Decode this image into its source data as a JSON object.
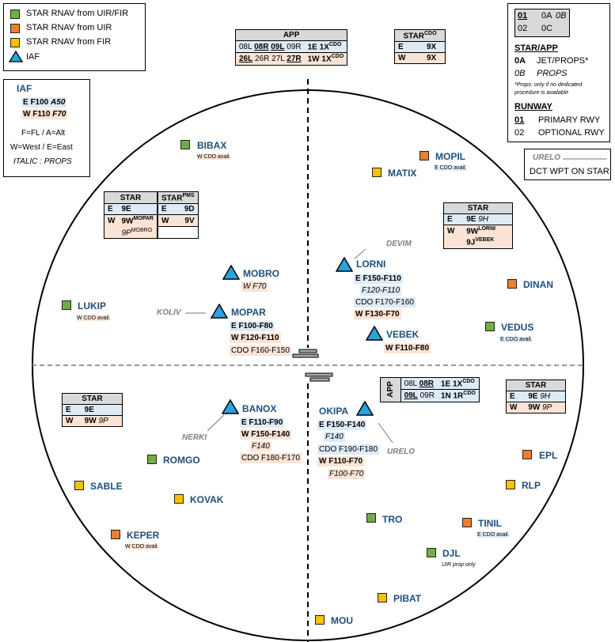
{
  "legend": {
    "items": [
      {
        "label": "STAR RNAV from UIR/FIR",
        "color": "#70ad47"
      },
      {
        "label": "STAR RNAV from UIR",
        "color": "#ed7d31"
      },
      {
        "label": "STAR RNAV from FIR",
        "color": "#ffc000"
      },
      {
        "label": "IAF",
        "color": "#29a3e0"
      }
    ]
  },
  "iaf_box": {
    "title": "IAF",
    "east": "E F100",
    "east_props": "A50",
    "west": "W F110",
    "west_props": "F70",
    "line1": "F=FL / A=Alt",
    "line2": "W=West / E=East",
    "line3": "ITALIC : PROPS"
  },
  "app_table": {
    "header": "APP",
    "row1": {
      "rwy_a": "08L",
      "rwy_b": "08R",
      "rwy_c": "09L",
      "rwy_d": "09R",
      "code": "1E 1X",
      "sup": "CDO"
    },
    "row2": {
      "rwy_a": "26L",
      "rwy_b": "26R",
      "rwy_c": "27L",
      "rwy_d": "27R",
      "code": "1W 1X",
      "sup": "CDO"
    }
  },
  "star_cdo_table": {
    "header": "STAR",
    "header_sup": "CDO",
    "row1": {
      "dir": "E",
      "code": "9X"
    },
    "row2": {
      "dir": "W",
      "code": "9X"
    }
  },
  "key_box": {
    "r1a": "01",
    "r1b": "0A",
    "r1c": "0B",
    "r2a": "02",
    "r2b": "0C",
    "star_app": "STAR/APP",
    "l0a": "0A",
    "l0a_txt": "JET/PROPS*",
    "l0b": "0B",
    "l0b_txt": "PROPS",
    "props_note1": "*Props: only if no dedicated",
    "props_note2": "procedure  is available",
    "runway": "RUNWAY",
    "rwy1": "01",
    "rwy1_txt": "PRIMARY RWY",
    "rwy2": "02",
    "rwy2_txt": "OPTIONAL RWY"
  },
  "dct_box": {
    "label": "URELO",
    "text": "DCT WPT ON STAR"
  },
  "star_west_table": {
    "h1": "STAR",
    "h2": "STAR",
    "h2_sup": "PMS",
    "r1": {
      "dir": "E",
      "code": "9E",
      "dir2": "E",
      "code2": "9D"
    },
    "r2": {
      "dir": "W",
      "code": "9W",
      "sup": "MOPAR",
      "dir2": "W",
      "code2": "9V"
    },
    "r3": {
      "code": "9P",
      "sup": "MOBRO"
    }
  },
  "star_ne_table": {
    "header": "STAR",
    "r1": {
      "dir": "E",
      "code": "9E",
      "props": "9H"
    },
    "r2": {
      "dir": "W",
      "code": "9W",
      "sup": "LORNI"
    },
    "r3": {
      "code": "9J",
      "sup": "VEBEK"
    }
  },
  "star_sw_table": {
    "header": "STAR",
    "r1": {
      "dir": "E",
      "code": "9E"
    },
    "r2": {
      "dir": "W",
      "code": "9W",
      "props": "9P"
    }
  },
  "app_se_table": {
    "side": "APP",
    "r1": {
      "a": "08L",
      "b": "08R",
      "code": "1E 1X",
      "sup": "CDO"
    },
    "r2": {
      "a": "09L",
      "b": "09R",
      "code": "1N 1R",
      "sup": "CDO"
    }
  },
  "star_se_table": {
    "header": "STAR",
    "r1": {
      "dir": "E",
      "code": "9E",
      "props": "9H"
    },
    "r2": {
      "dir": "W",
      "code": "9W",
      "props": "9P"
    }
  },
  "waypoints": {
    "bibax": "BIBAX",
    "bibax_note": "W CDO avail.",
    "mopil": "MOPIL",
    "mopil_note": "E CDO avail.",
    "matix": "MATIX",
    "devim": "DEVIM",
    "lorni": "LORNI",
    "lorni_e": "E F150-F110",
    "lorni_e2": "F120-F110",
    "lorni_cdo": "CDO F170-F160",
    "lorni_w": "W F130-F70",
    "mobro": "MOBRO",
    "mobro_w": "W F70",
    "koliv": "KOLIV",
    "mopar": "MOPAR",
    "mopar_e": "E F100-F80",
    "mopar_w": "W F120-F110",
    "mopar_cdo": "CDO F160-F150",
    "lukip": "LUKIP",
    "lukip_note": "W CDO avail.",
    "dinan": "DINAN",
    "vedus": "VEDUS",
    "vedus_note": "E CDO avail.",
    "vebek": "VEBEK",
    "vebek_w": "W F110-F80",
    "banox": "BANOX",
    "banox_e": "E F110-F90",
    "banox_w": "W F150-F140",
    "banox_w2": "F140",
    "banox_cdo": "CDO F180-F170",
    "nerki": "NERKI",
    "okipa": "OKIPA",
    "okipa_e": "E F150-F140",
    "okipa_e2": "F140",
    "okipa_cdo": "CDO F190-F180",
    "okipa_w": "W F110-F70",
    "okipa_w2": "F100-F70",
    "urelo": "URELO",
    "romgo": "ROMGO",
    "sable": "SABLE",
    "kovak": "KOVAK",
    "keper": "KEPER",
    "keper_note": "W CDO avail.",
    "epl": "EPL",
    "rlp": "RLP",
    "tro": "TRO",
    "tinil": "TINIL",
    "tinil_note": "E CDO avail.",
    "djl": "DJL",
    "djl_note": "UIR prop only",
    "pibat": "PIBAT",
    "mou": "MOU"
  }
}
